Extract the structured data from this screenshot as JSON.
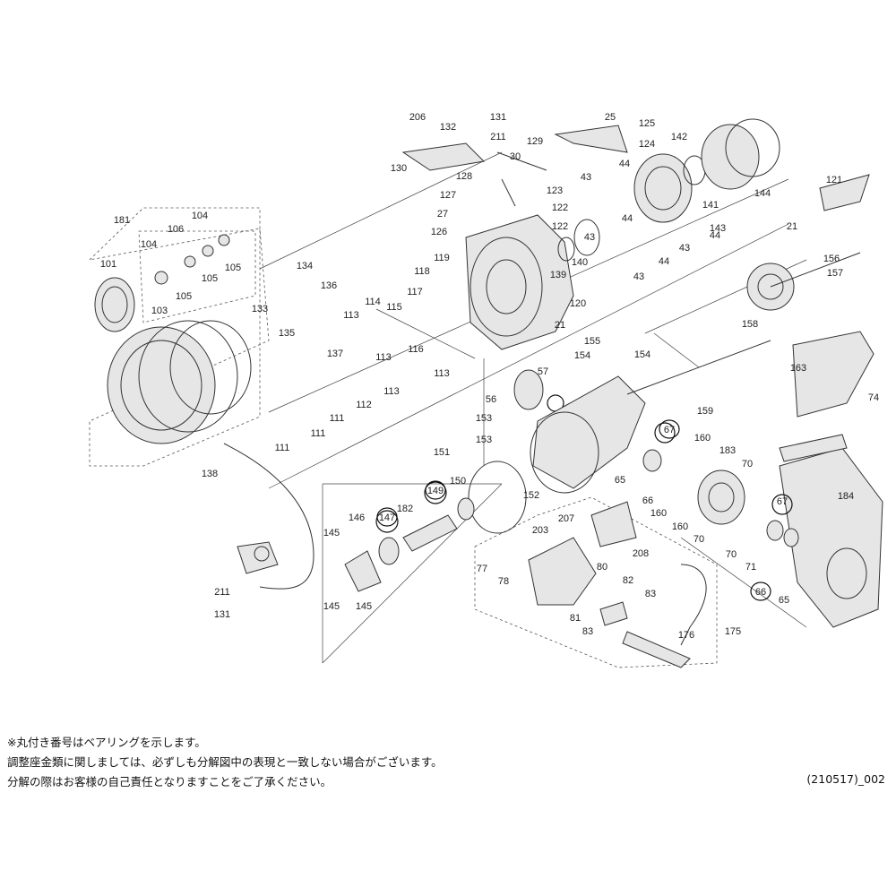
{
  "labels": [
    "206",
    "132",
    "131",
    "211",
    "25",
    "125",
    "124",
    "142",
    "129",
    "30",
    "130",
    "128",
    "127",
    "27",
    "126",
    "123",
    "122",
    "122",
    "141",
    "143",
    "144",
    "121",
    "21",
    "181",
    "104",
    "106",
    "104",
    "105",
    "105",
    "105",
    "103",
    "101",
    "133",
    "134",
    "135",
    "136",
    "137",
    "113",
    "114",
    "115",
    "116",
    "117",
    "118",
    "119",
    "120",
    "21",
    "113",
    "113",
    "113",
    "112",
    "111",
    "111",
    "111",
    "43",
    "44",
    "43",
    "44",
    "43",
    "44",
    "43",
    "44",
    "140",
    "139",
    "157",
    "156",
    "158",
    "163",
    "74",
    "154",
    "154",
    "155",
    "57",
    "56",
    "153",
    "153",
    "159",
    "67",
    "160",
    "183",
    "65",
    "66",
    "160",
    "160",
    "70",
    "70",
    "70",
    "71",
    "67",
    "66",
    "65",
    "184",
    "151",
    "150",
    "149",
    "152",
    "182",
    "147",
    "146",
    "145",
    "145",
    "145",
    "138",
    "211",
    "131",
    "207",
    "203",
    "208",
    "77",
    "78",
    "80",
    "82",
    "81",
    "83",
    "83",
    "176",
    "175"
  ],
  "notes": {
    "line1": "※丸付き番号はベアリングを示します。",
    "line2": "調整座金類に関しましては、必ずしも分解図中の表現と一致しない場合がございます。",
    "line3": "分解の際はお客様の自己責任となりますことをご了承ください。"
  },
  "code": "(210517)_002"
}
